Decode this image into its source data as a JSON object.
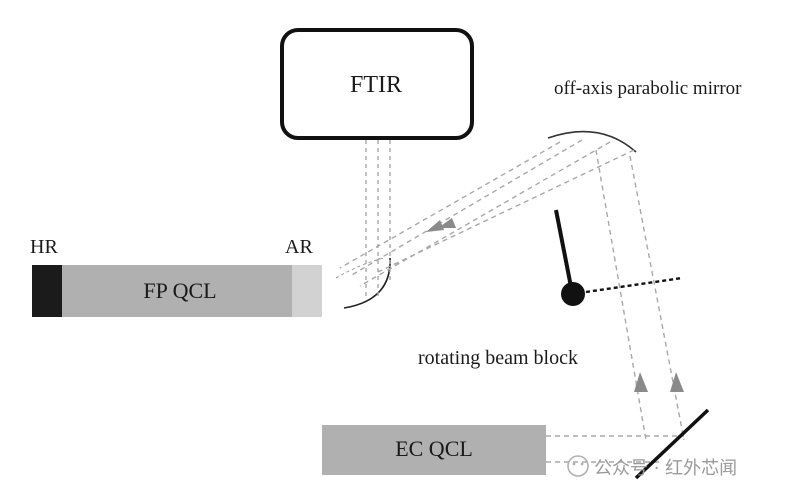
{
  "labels": {
    "ftir": "FTIR",
    "mirror": "off-axis parabolic mirror",
    "hr": "HR",
    "ar": "AR",
    "fp_qcl": "FP QCL",
    "beam_block": "rotating beam block",
    "ec_qcl": "EC QCL"
  },
  "watermark": "公众号 · 红外芯闻",
  "colors": {
    "qcl_fill": "#b0b0b0",
    "hr_fill": "#1b1b1b",
    "ar_fill": "#d2d2d2",
    "beam": "#a8a8a8",
    "line": "#1a1a1a"
  }
}
